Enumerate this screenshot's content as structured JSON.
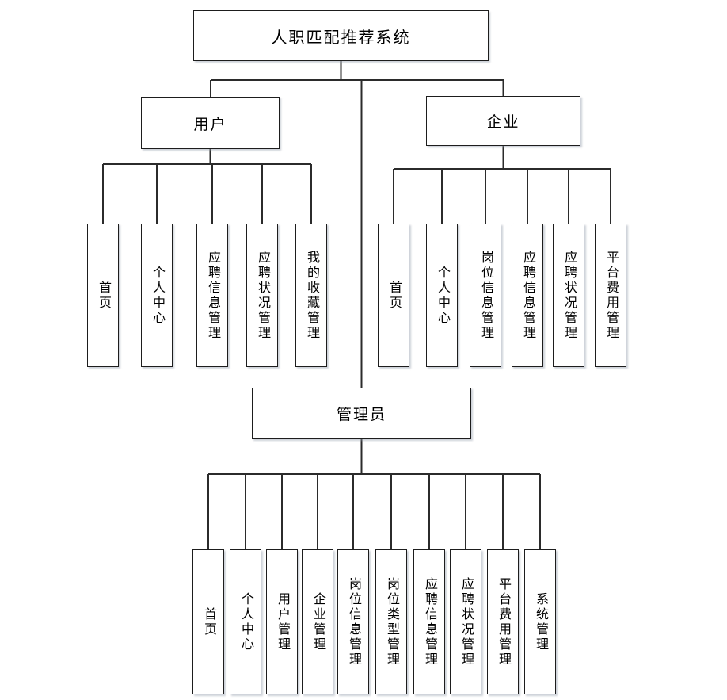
{
  "diagram": {
    "title": "人职匹配推荐系统",
    "branches": {
      "user": {
        "label": "用户",
        "children": [
          "首页",
          "个人中心",
          "应聘信息管理",
          "应聘状况管理",
          "我的收藏管理"
        ]
      },
      "enterprise": {
        "label": "企业",
        "children": [
          "首页",
          "个人中心",
          "岗位信息管理",
          "应聘信息管理",
          "应聘状况管理",
          "平台费用管理"
        ]
      },
      "admin": {
        "label": "管理员",
        "children": [
          "首页",
          "个人中心",
          "用户管理",
          "企业管理",
          "岗位信息管理",
          "岗位类型管理",
          "应聘信息管理",
          "应聘状况管理",
          "平台费用管理",
          "系统管理"
        ]
      }
    },
    "colors": {
      "background": "#ffffff",
      "box_fill": "#ffffff",
      "box_border": "#1d1d1d",
      "connector_line": "#2b2b2b",
      "text": "#000000"
    }
  }
}
